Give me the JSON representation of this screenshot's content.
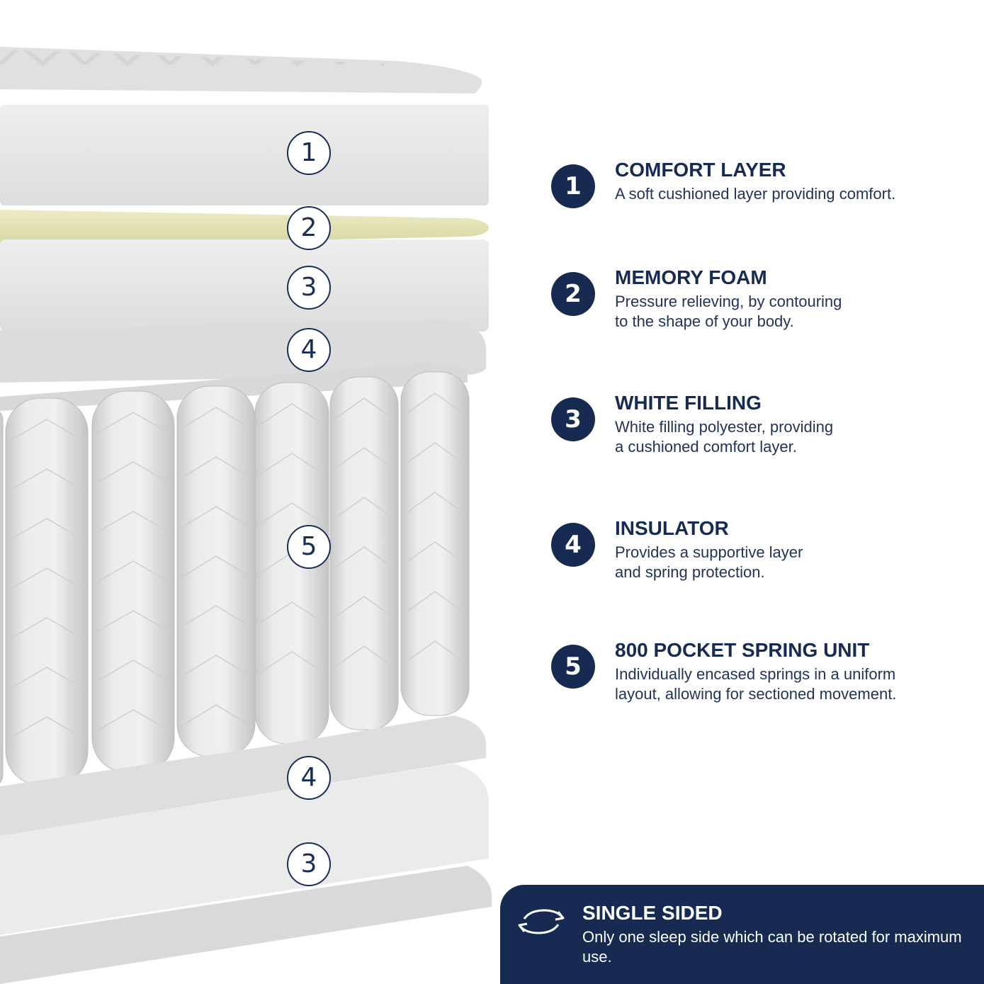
{
  "colors": {
    "navy": "#172b52",
    "foam": "#e9e9e9",
    "memory_foam": "#e6e6b8",
    "spring": "#e4e4e4",
    "background": "#ffffff"
  },
  "diagram_markers": [
    "1",
    "2",
    "3",
    "4",
    "5",
    "4",
    "3"
  ],
  "layers": [
    {
      "number": "1",
      "title": "COMFORT LAYER",
      "description": "A soft cushioned layer providing comfort."
    },
    {
      "number": "2",
      "title": "MEMORY FOAM",
      "description": "Pressure relieving, by contouring\nto the shape of your body."
    },
    {
      "number": "3",
      "title": "WHITE FILLING",
      "description": "White filling polyester, providing\na cushioned comfort layer."
    },
    {
      "number": "4",
      "title": "INSULATOR",
      "description": "Provides a supportive layer\nand spring protection."
    },
    {
      "number": "5",
      "title": "800 POCKET SPRING UNIT",
      "description": "Individually encased springs in a uniform\nlayout, allowing for sectioned movement."
    }
  ],
  "banner": {
    "icon": "rotate-icon",
    "title": "SINGLE SIDED",
    "description": "Only one sleep side which can be rotated for maximum use."
  }
}
